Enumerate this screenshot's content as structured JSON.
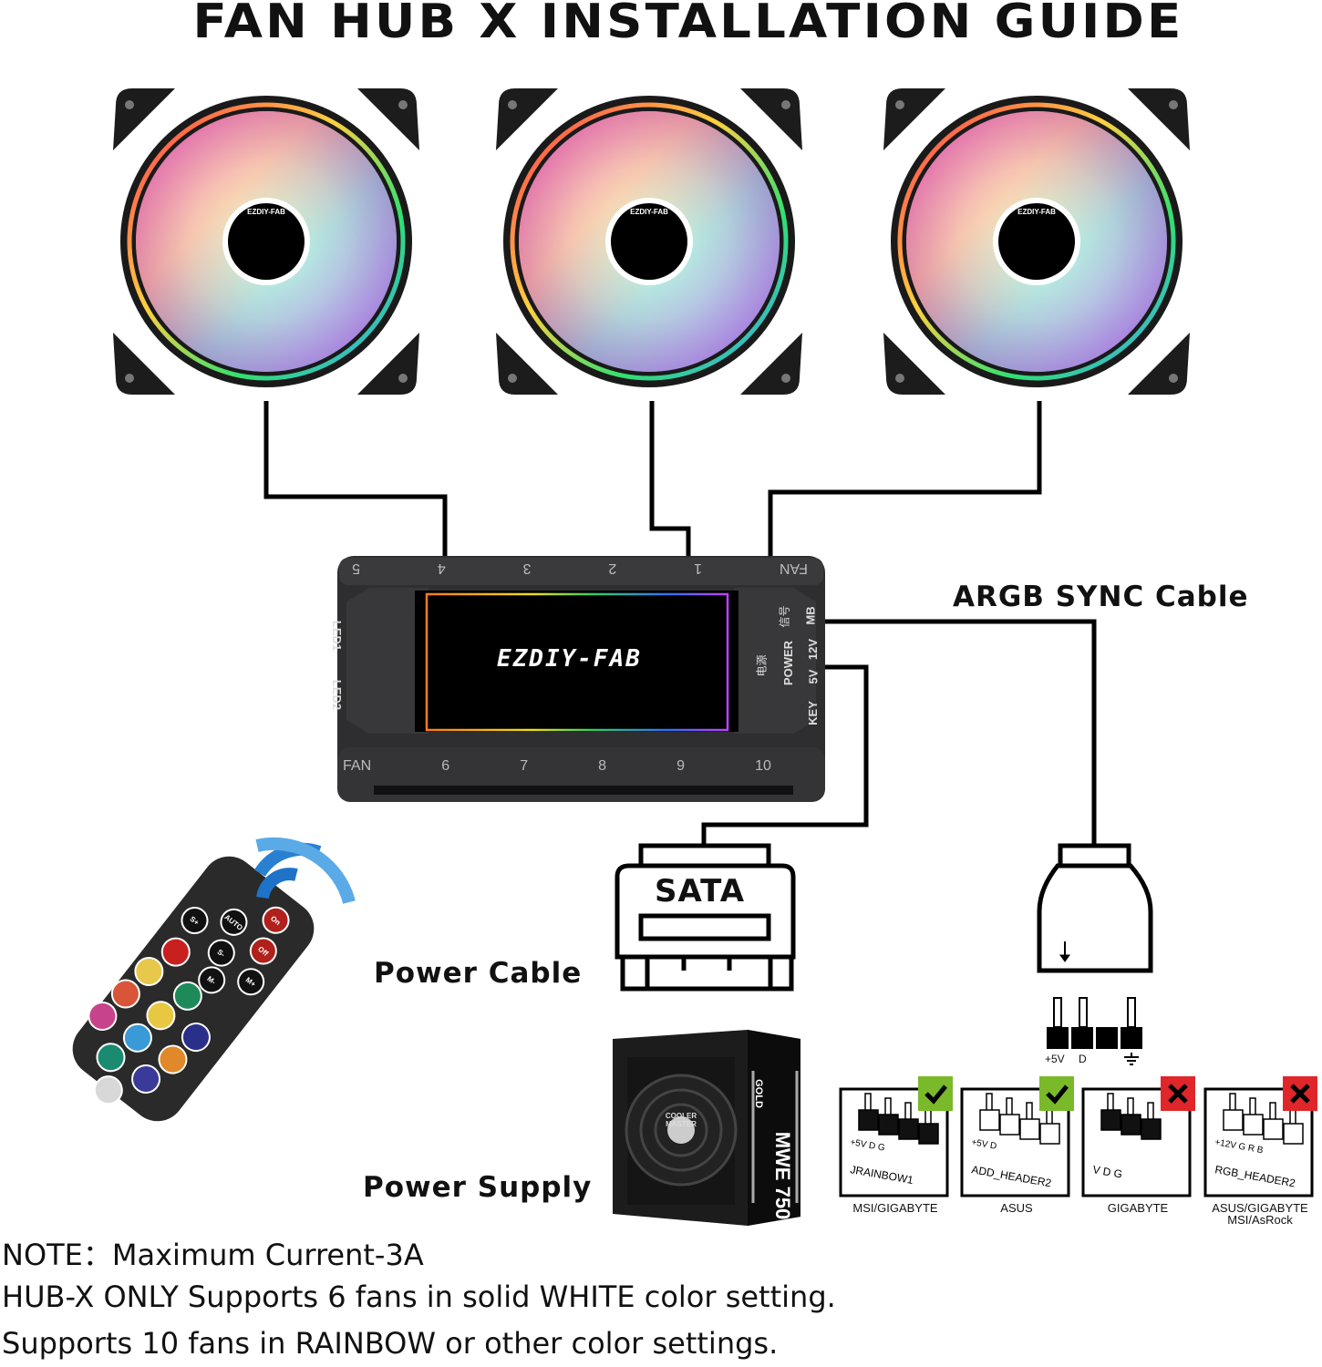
{
  "title": "FAN HUB X INSTALLATION GUIDE",
  "fans": [
    {
      "logo": "EZDIY-FAB"
    },
    {
      "logo": "EZDIY-FAB"
    },
    {
      "logo": "EZDIY-FAB"
    }
  ],
  "hub": {
    "brand": "EZDIY-FAB",
    "top_ports": [
      "5",
      "4",
      "3",
      "2",
      "1"
    ],
    "top_fan_label": "FAN",
    "bottom_fan_label": "FAN",
    "bottom_ports": [
      "6",
      "7",
      "8",
      "9",
      "10"
    ],
    "left_labels": [
      "LED1",
      "LED2"
    ],
    "right_labels": {
      "mb": "MB",
      "mb_cn": "信号",
      "power": "POWER",
      "power_cn": "电源",
      "v12": "12V",
      "v5": "5V",
      "key": "KEY"
    }
  },
  "labels": {
    "argb": "ARGB SYNC Cable",
    "sata": "SATA",
    "power_cable": "Power Cable",
    "power_supply": "Power Supply"
  },
  "psu": {
    "brand": "COOLER MASTER",
    "model": "MWE 750",
    "series": "GOLD"
  },
  "remote": {
    "buttons": [
      "On",
      "Off",
      "AUTO",
      "S+",
      "S-",
      "M+",
      "M-"
    ],
    "colors": [
      "#c8201e",
      "#e8c84a",
      "#1e8a5a",
      "#d9553a",
      "#e8c840",
      "#2a2f8a",
      "#c8448a",
      "#3a9ad8",
      "#e0882a",
      "#1a8a70",
      "#3a3a9a",
      "#d8d8d8"
    ]
  },
  "argb_pins": {
    "labels": [
      "+5V",
      "D",
      "",
      ""
    ]
  },
  "headers": [
    {
      "name": "MSI/GIGABYTE",
      "header": "JRAINBOW1",
      "pins": "+5V D G",
      "ok": true
    },
    {
      "name": "ASUS",
      "header": "ADD_HEADER2",
      "pins": "+5V D",
      "ok": true
    },
    {
      "name": "GIGABYTE",
      "header": "V D G",
      "pins": "",
      "ok": false
    },
    {
      "name": "ASUS/GIGABYTE",
      "name2": "MSI/AsRock",
      "header": "RGB_HEADER2",
      "pins": "+12V G R B",
      "ok": false
    }
  ],
  "colors": {
    "ok": "#7ab929",
    "bad": "#e0262a",
    "signal": "#1e73c8"
  },
  "notes": [
    "NOTE：Maximum Current-3A",
    "HUB-X ONLY Supports 6 fans in solid WHITE color setting.",
    "Supports 10 fans in RAINBOW or other color settings."
  ]
}
